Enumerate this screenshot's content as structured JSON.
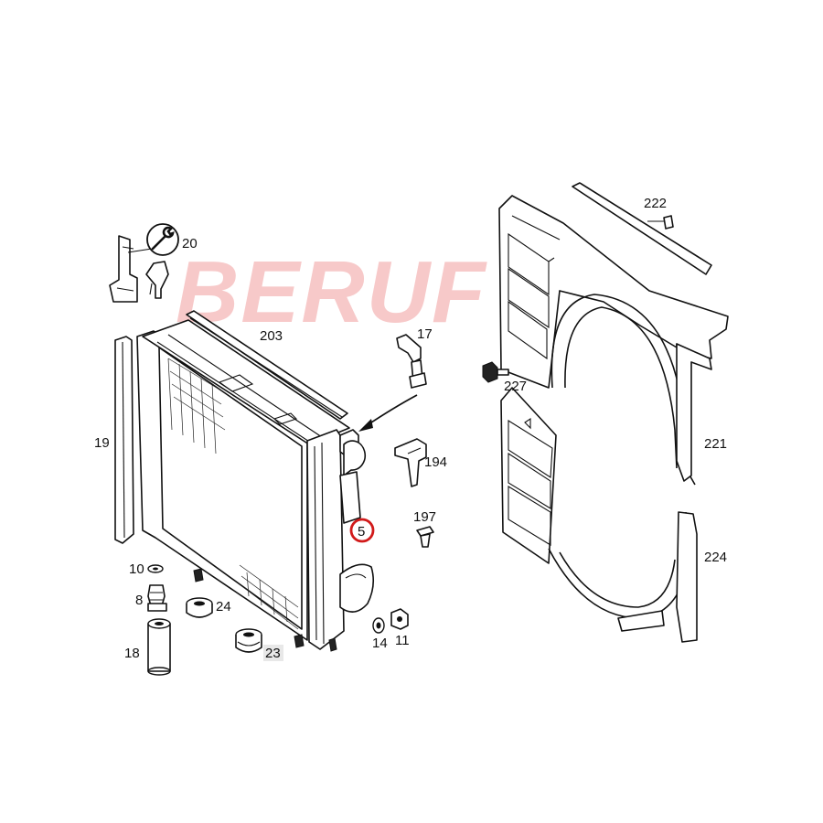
{
  "watermark": {
    "text": "BERUF",
    "color": "#f7c9c9"
  },
  "highlight": {
    "part": "5",
    "ring_color": "#d11a1a"
  },
  "callouts": {
    "p5": "5",
    "p8": "8",
    "p10": "10",
    "p11": "11",
    "p14": "14",
    "p17": "17",
    "p18": "18",
    "p19": "19",
    "p20": "20",
    "p23": "23",
    "p24": "24",
    "p194": "194",
    "p197": "197",
    "p203": "203",
    "p221": "221",
    "p222": "222",
    "p224": "224",
    "p227": "227"
  }
}
